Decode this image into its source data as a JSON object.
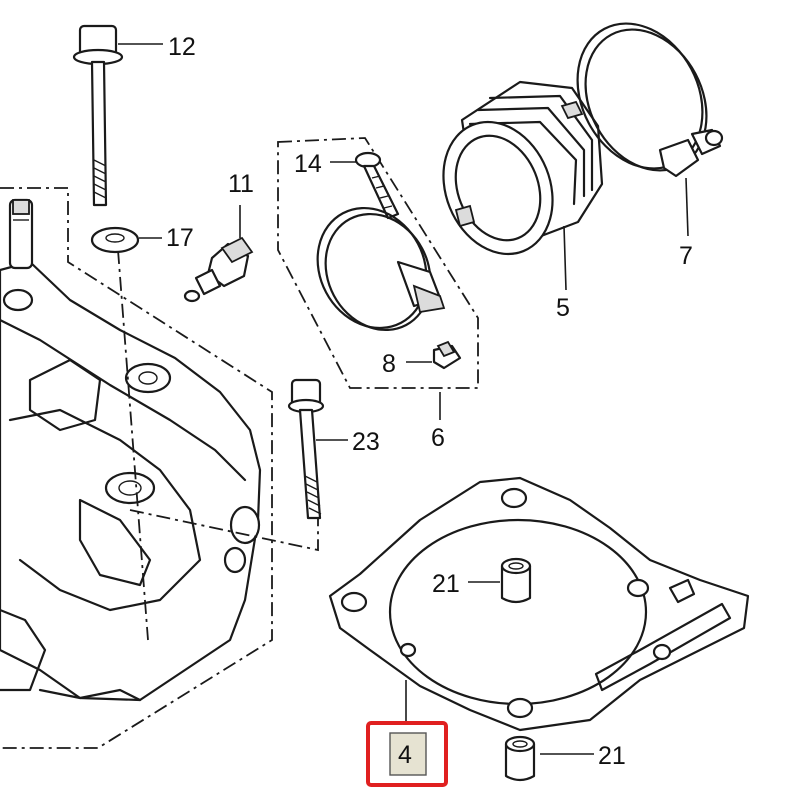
{
  "diagram": {
    "callouts": [
      {
        "id": "12",
        "label": "12"
      },
      {
        "id": "17",
        "label": "17"
      },
      {
        "id": "11",
        "label": "11"
      },
      {
        "id": "14",
        "label": "14"
      },
      {
        "id": "8",
        "label": "8"
      },
      {
        "id": "6",
        "label": "6"
      },
      {
        "id": "5",
        "label": "5"
      },
      {
        "id": "7",
        "label": "7"
      },
      {
        "id": "23",
        "label": "23"
      },
      {
        "id": "21a",
        "label": "21"
      },
      {
        "id": "21b",
        "label": "21"
      },
      {
        "id": "4",
        "label": "4"
      }
    ],
    "highlighted_part": "4",
    "colors": {
      "line": "#1a1a1a",
      "highlight_border": "#e02020",
      "highlight_fill": "#e6e3d2"
    }
  }
}
